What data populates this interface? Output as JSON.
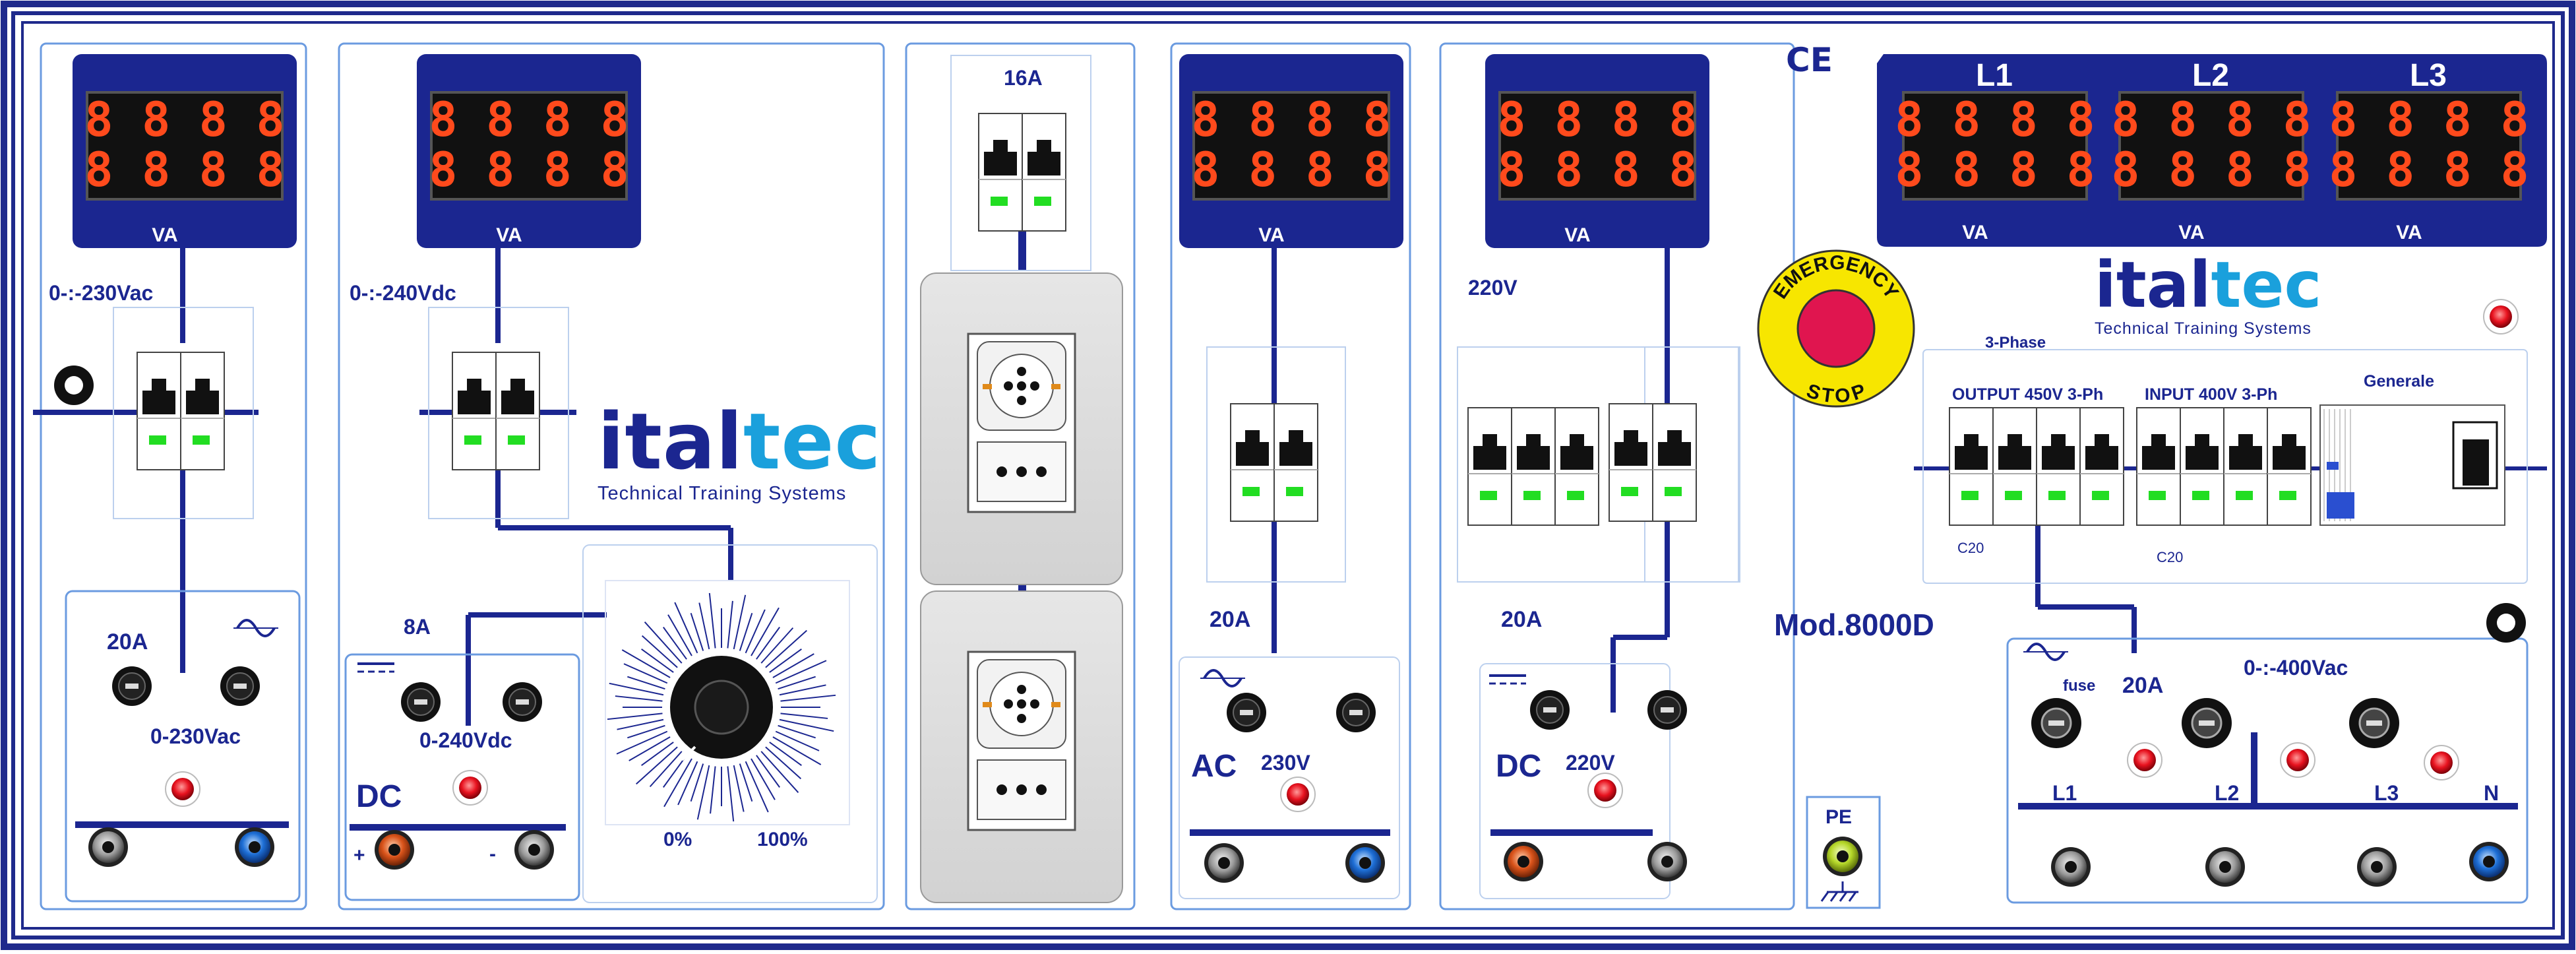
{
  "colors": {
    "navy": "#1b2690",
    "frame": "#1f2a8c",
    "panel_border": "#6b9be0",
    "display_bg": "#111111",
    "digit": "#ff4a1c",
    "led_red": "#e8121f",
    "led_green": "#22dd22",
    "estop_yellow": "#f7e600",
    "estop_red": "#e0154f",
    "blue_jack": "#1e6fd6",
    "orange_jack": "#d9531a",
    "logo_tec": "#1aa0dc"
  },
  "displays": {
    "digits": "8888",
    "unit": "VA"
  },
  "module1": {
    "range_label": "0-:-230Vac",
    "current_label": "20A",
    "output_label": "0-230Vac"
  },
  "module2": {
    "range_label": "0-:-240Vdc",
    "current_label": "8A",
    "output_label": "0-240Vdc",
    "dc_label": "DC",
    "plus": "+",
    "minus": "-",
    "dial_min": "0%",
    "dial_max": "100%"
  },
  "module3": {
    "breaker_label": "16A"
  },
  "module4": {
    "current_label": "20A",
    "type_label": "AC",
    "voltage_label": "230V"
  },
  "module5": {
    "voltage_label": "220V",
    "current_label": "20A",
    "type_label": "DC",
    "out_voltage_label": "220V"
  },
  "module6": {
    "phases": [
      "L1",
      "L2",
      "L3"
    ],
    "ce_mark": "CE",
    "estop_top": "EMERGENCY",
    "estop_bottom": "STOP",
    "three_phase_label": "3-Phase",
    "output_label": "OUTPUT 450V 3-Ph",
    "input_label": "INPUT 400V 3-Ph",
    "generale_label": "Generale",
    "c20_left": "C20",
    "c20_right": "C20",
    "model": "Mod.8000D",
    "range_label": "0-:-400Vac",
    "fuse_label": "fuse",
    "fuse_current": "20A",
    "terminals": [
      "L1",
      "L2",
      "L3",
      "N"
    ],
    "pe_label": "PE"
  },
  "logo": {
    "ital": "ital",
    "tec": "tec",
    "subtitle": "Technical Training Systems"
  }
}
